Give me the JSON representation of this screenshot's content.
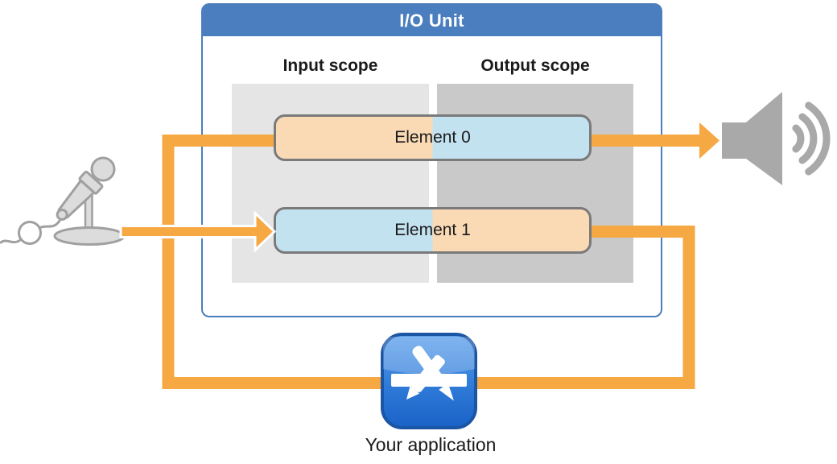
{
  "io_unit": {
    "title": "I/O Unit",
    "input_scope_label": "Input scope",
    "output_scope_label": "Output scope",
    "element0_label": "Element 0",
    "element1_label": "Element 1"
  },
  "application": {
    "label": "Your application"
  },
  "icons": {
    "microphone": "microphone-icon",
    "speaker": "speaker-with-sound-waves-icon",
    "app": "app-store-icon"
  },
  "colors": {
    "header_blue": "#4A7EBE",
    "arrow_orange": "#F6A843",
    "input_scope_gray": "#E5E5E5",
    "output_scope_gray": "#C9C9C9",
    "element_peach": "#FAD9B5",
    "element_blue": "#C3E2F0",
    "element_border_gray": "#7A7A7A",
    "icon_gray": "#A9A9A9"
  }
}
